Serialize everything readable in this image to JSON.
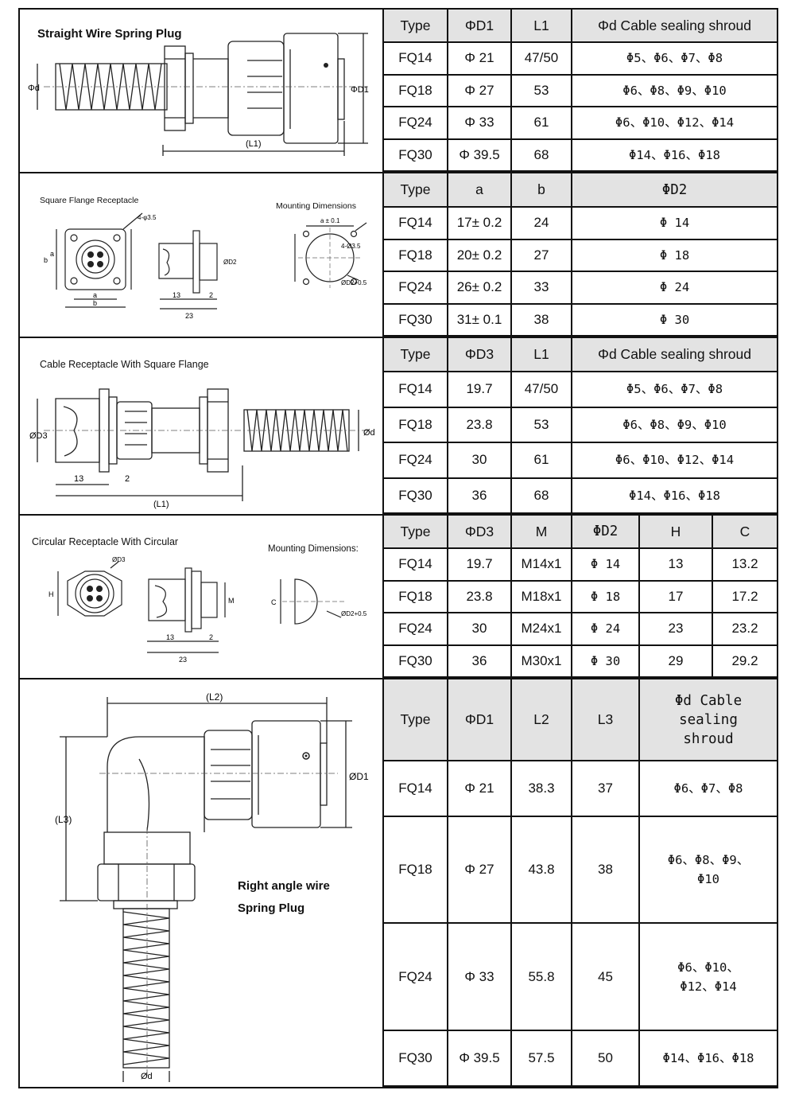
{
  "sections": [
    {
      "title": "Straight Wire Spring Plug",
      "labels": {
        "d": "Φd",
        "d1": "ΦD1",
        "l1": "(L1)"
      },
      "columns": [
        "Type",
        "ΦD1",
        "L1",
        "Φd Cable sealing shroud"
      ],
      "rows": [
        [
          "FQ14",
          "Φ 21",
          "47/50",
          "Φ5、Φ6、Φ7、Φ8"
        ],
        [
          "FQ18",
          "Φ 27",
          "53",
          "Φ6、Φ8、Φ9、Φ10"
        ],
        [
          "FQ24",
          "Φ 33",
          "61",
          "Φ6、Φ10、Φ12、Φ14"
        ],
        [
          "FQ30",
          "Φ 39.5",
          "68",
          "Φ14、Φ16、Φ18"
        ]
      ]
    },
    {
      "title": "Square Flange Receptacle",
      "mount_title": "Mounting Dimensions",
      "labels": {
        "holes": "4-φ3.5",
        "holes2": "4-Ø3.5",
        "a": "a",
        "b": "b",
        "d2": "ØD2",
        "d2tol": "ØD2+0.5",
        "atol": "a ± 0.1",
        "l13": "13",
        "l2": "2",
        "l23": "23"
      },
      "columns": [
        "Type",
        "a",
        "b",
        "ΦD2"
      ],
      "rows": [
        [
          "FQ14",
          "17± 0.2",
          "24",
          "Φ  14"
        ],
        [
          "FQ18",
          "20± 0.2",
          "27",
          "Φ  18"
        ],
        [
          "FQ24",
          "26± 0.2",
          "33",
          "Φ  24"
        ],
        [
          "FQ30",
          "31± 0.1",
          "38",
          "Φ  30"
        ]
      ]
    },
    {
      "title": "Cable Receptacle With Square Flange",
      "labels": {
        "d3": "ØD3",
        "d": "Ød",
        "l13": "13",
        "l2": "2",
        "l1": "(L1)"
      },
      "columns": [
        "Type",
        "ΦD3",
        "L1",
        "Φd Cable sealing shroud"
      ],
      "rows": [
        [
          "FQ14",
          "19.7",
          "47/50",
          "Φ5、Φ6、Φ7、Φ8"
        ],
        [
          "FQ18",
          "23.8",
          "53",
          "Φ6、Φ8、Φ9、Φ10"
        ],
        [
          "FQ24",
          "30",
          "61",
          "Φ6、Φ10、Φ12、Φ14"
        ],
        [
          "FQ30",
          "36",
          "68",
          "Φ14、Φ16、Φ18"
        ]
      ]
    },
    {
      "title": "Circular Receptacle With Circular",
      "mount_title": "Mounting Dimensions:",
      "labels": {
        "d3": "ØD3",
        "h": "H",
        "m": "M",
        "c": "C",
        "d2tol": "ØD2+0.5",
        "l13": "13",
        "l2": "2",
        "l23": "23"
      },
      "columns": [
        "Type",
        "ΦD3",
        "M",
        "ΦD2",
        "H",
        "C"
      ],
      "rows": [
        [
          "FQ14",
          "19.7",
          "M14x1",
          "Φ 14",
          "13",
          "13.2"
        ],
        [
          "FQ18",
          "23.8",
          "M18x1",
          "Φ 18",
          "17",
          "17.2"
        ],
        [
          "FQ24",
          "30",
          "M24x1",
          "Φ 24",
          "23",
          "23.2"
        ],
        [
          "FQ30",
          "36",
          "M30x1",
          "Φ 30",
          "29",
          "29.2"
        ]
      ]
    },
    {
      "title_line1": "Right angle wire",
      "title_line2": "Spring Plug",
      "labels": {
        "l2": "(L2)",
        "l3": "(L3)",
        "d1": "ØD1",
        "d": "Ød"
      },
      "columns": [
        "Type",
        "ΦD1",
        "L2",
        "L3",
        "Φd Cable sealing shroud"
      ],
      "rows": [
        [
          "FQ14",
          "Φ 21",
          "38.3",
          "37",
          "Φ6、Φ7、Φ8"
        ],
        [
          "FQ18",
          "Φ 27",
          "43.8",
          "38",
          "Φ6、Φ8、Φ9、Φ10"
        ],
        [
          "FQ24",
          "Φ 33",
          "55.8",
          "45",
          "Φ6、Φ10、Φ12、Φ14"
        ],
        [
          "FQ30",
          "Φ 39.5",
          "57.5",
          "50",
          "Φ14、Φ16、Φ18"
        ]
      ]
    }
  ]
}
